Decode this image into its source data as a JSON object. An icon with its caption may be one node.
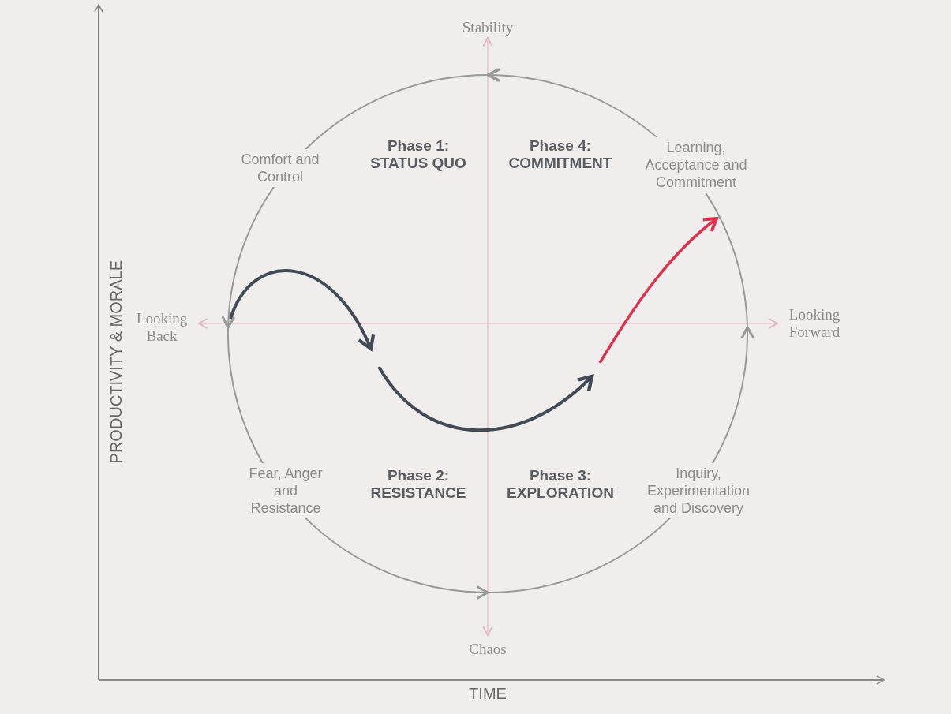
{
  "diagram": {
    "labels": [
      "Stability",
      "Comfort and Control",
      "Phase 1: STATUS QUO",
      "Phase 4: COMMITMENT",
      "Learning, Acceptance and Commitment",
      "PRODUCTIVITY & MORALE",
      "Looking Back",
      "Looking Forward",
      "Fear, Anger and Resistance",
      "Phase 2: RESISTANCE",
      "Phase 3: EXPLORATION",
      "Inquiry, Experimentation and Discovery",
      "Chaos",
      "TIME"
    ]
  }
}
